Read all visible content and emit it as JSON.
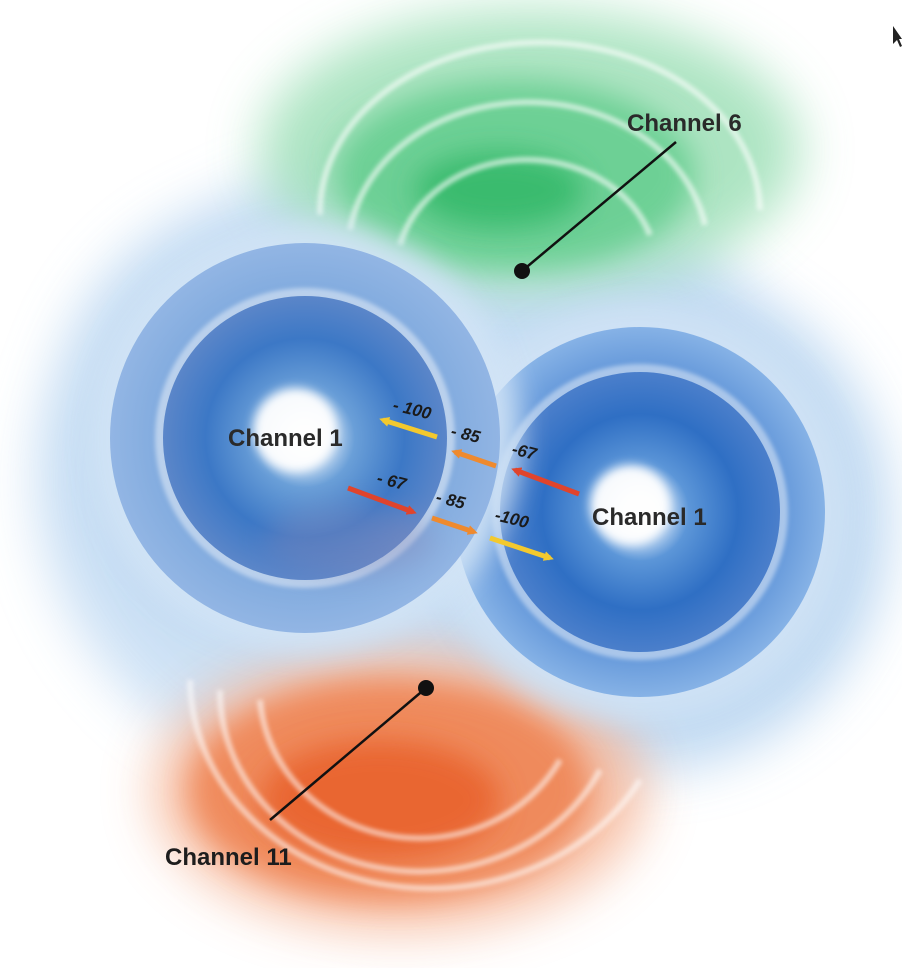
{
  "labels": {
    "channel_6": "Channel 6",
    "channel_1_left": "Channel 1",
    "channel_1_right": "Channel 1",
    "channel_11": "Channel 11"
  },
  "signal_levels": {
    "upper_row": [
      {
        "text": "- 100",
        "arrow_color": "yellow"
      },
      {
        "text": "- 85",
        "arrow_color": "orange"
      },
      {
        "text": "-67",
        "arrow_color": "red"
      }
    ],
    "lower_row": [
      {
        "text": "- 67",
        "arrow_color": "red"
      },
      {
        "text": "- 85",
        "arrow_color": "orange"
      },
      {
        "text": "-100",
        "arrow_color": "yellow"
      }
    ]
  },
  "colors": {
    "channel_1": "#2f6fc4",
    "channel_6": "#3dbb6f",
    "channel_11": "#ea6a3a",
    "halo": "#a9cdee",
    "arrow_red": "#e0442c",
    "arrow_orange": "#ef8a2e",
    "arrow_yellow": "#f3c92e"
  },
  "icons": {
    "cursor": "mouse-pointer-icon"
  }
}
